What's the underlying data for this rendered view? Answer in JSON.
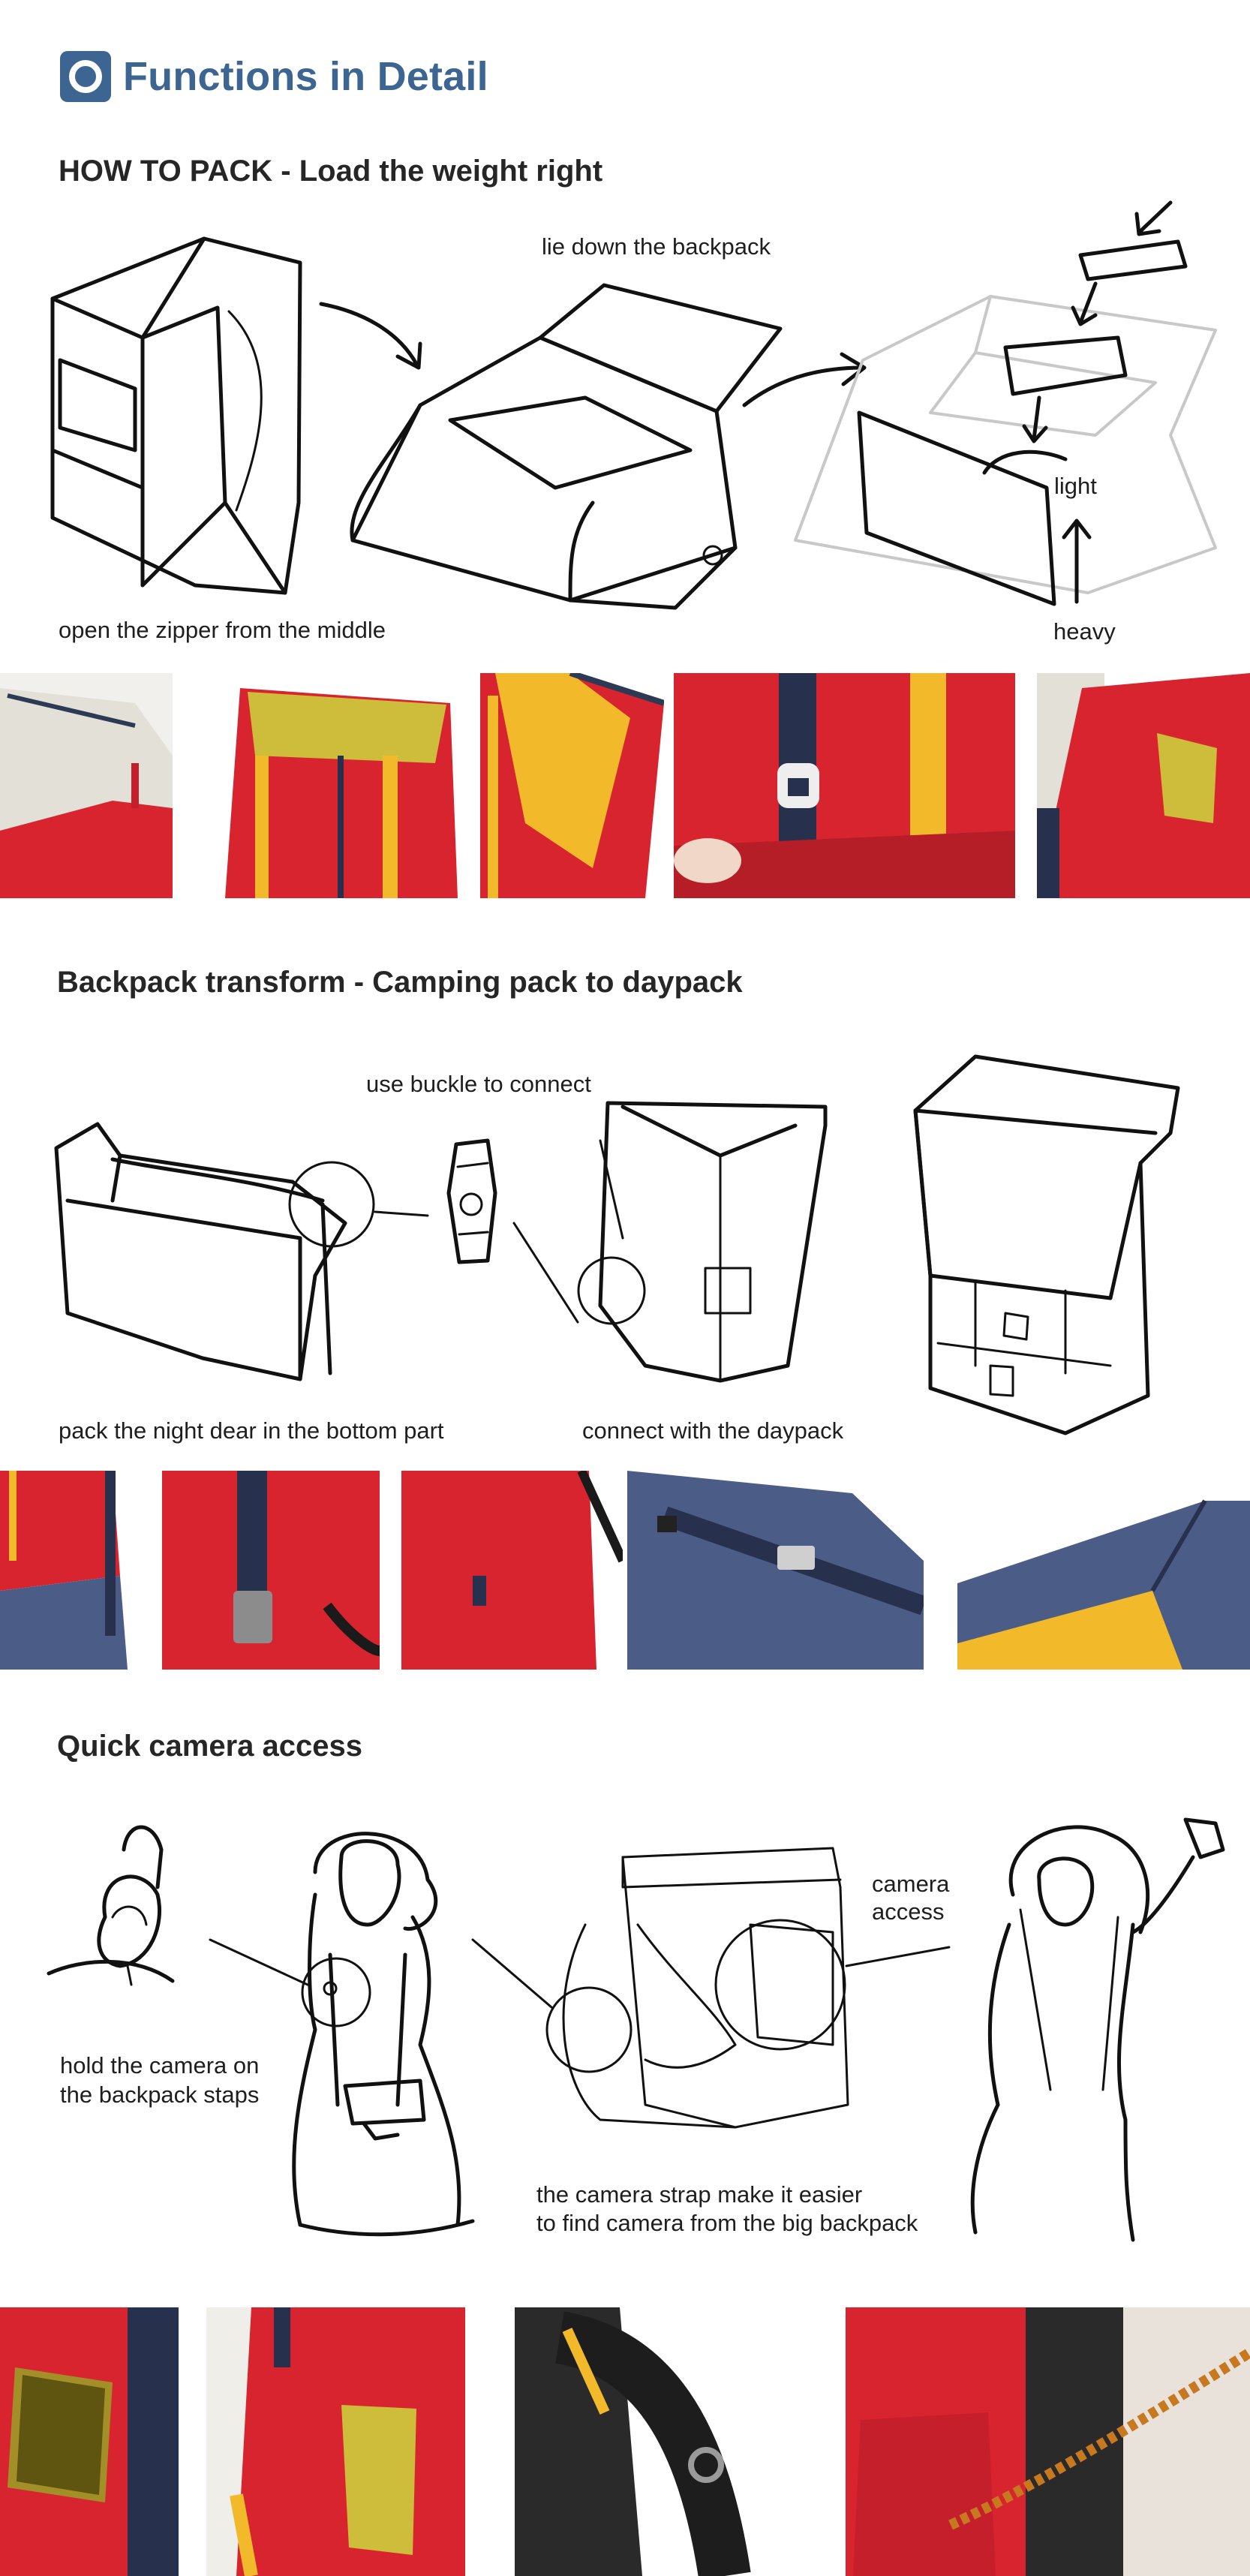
{
  "header": {
    "title": "Functions in Detail",
    "logo_icon": "circle-badge-icon",
    "brand_color": "#3d6591"
  },
  "sections": {
    "pack": {
      "heading": "HOW TO PACK - Load the weight right",
      "captions": {
        "zipper": "open the zipper from the middle",
        "lie_down": "lie down the backpack",
        "light": "light",
        "heavy": "heavy"
      }
    },
    "transform": {
      "heading": "Backpack transform - Camping pack to daypack",
      "captions": {
        "buckle": "use buckle to connect",
        "night_gear": "pack the night dear in the bottom part",
        "connect": "connect with the daypack"
      }
    },
    "camera": {
      "heading": "Quick camera access",
      "captions": {
        "hold_line1": "hold the camera on",
        "hold_line2": "the backpack staps",
        "access_line1": "camera",
        "access_line2": "access",
        "strap_line1": "the camera strap make it easier",
        "strap_line2": "to find camera from the big backpack"
      }
    }
  },
  "colors": {
    "pack_red": "#d8242f",
    "strap_yellow": "#f2b92b",
    "navy": "#4b5d86",
    "light_grey": "#e6e4de",
    "lining_yellow": "#cdbd3a"
  }
}
